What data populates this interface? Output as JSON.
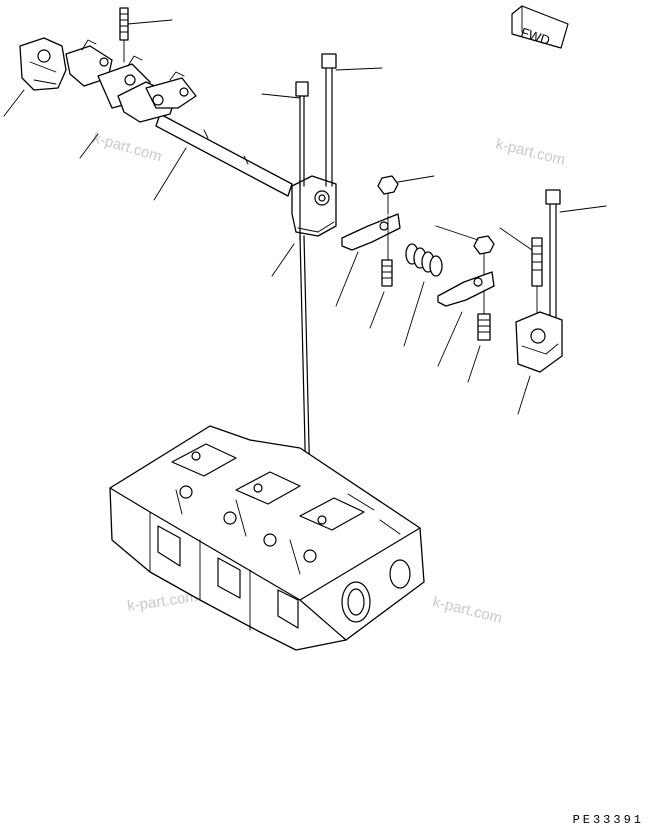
{
  "direction_marker": {
    "label": "FWD",
    "icon": "fwd-arrow-icon"
  },
  "watermarks": [
    "k-part.com",
    "k-part.com",
    "k-part.com",
    "k-part.com"
  ],
  "drawing_code": "PE33391"
}
